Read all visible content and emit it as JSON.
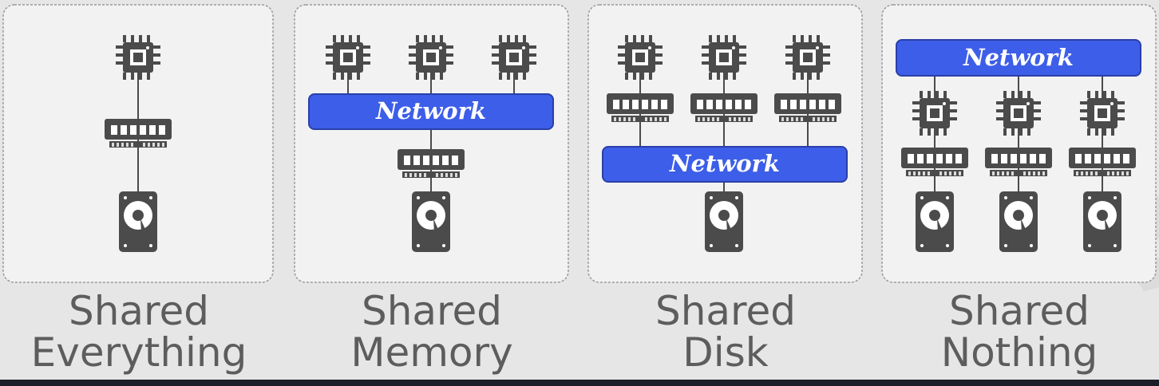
{
  "diagram": {
    "panels": [
      {
        "label_line1": "Shared",
        "label_line2": "Everything"
      },
      {
        "label_line1": "Shared",
        "label_line2": "Memory",
        "network_label": "Network"
      },
      {
        "label_line1": "Shared",
        "label_line2": "Disk",
        "network_label": "Network"
      },
      {
        "label_line1": "Shared",
        "label_line2": "Nothing",
        "network_label": "Network"
      }
    ],
    "icons": {
      "cpu": "cpu-chip-icon",
      "memory": "memory-module-icon",
      "disk": "hard-disk-icon"
    },
    "colors": {
      "network": "#3d5ee8",
      "network_border": "#2a3fa8",
      "icon": "#4b4b4b",
      "panel_bg": "#f2f2f2",
      "panel_border": "#9a9a9a",
      "background": "#e6e6e6"
    }
  }
}
